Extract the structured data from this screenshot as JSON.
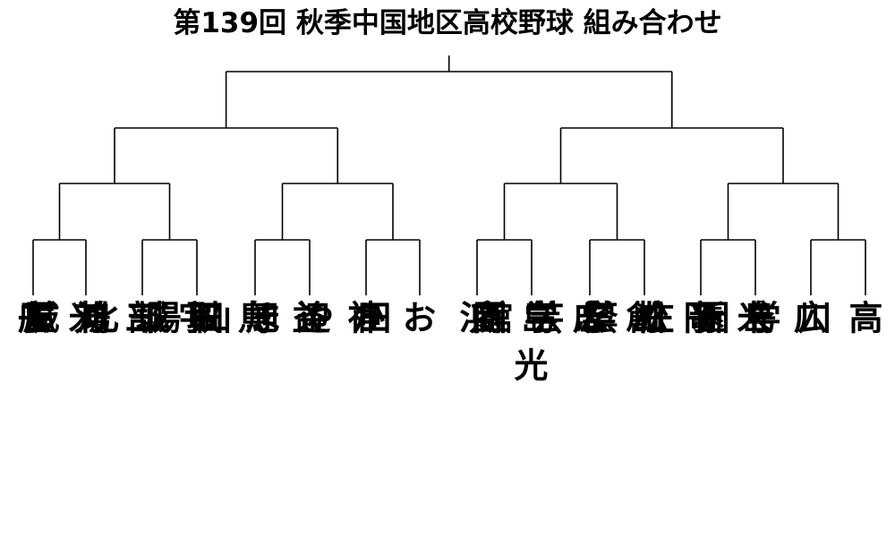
{
  "title": "第139回 秋季中国地区高校野球 組み合わせ",
  "teams": [
    {
      "name": "広 陵"
    },
    {
      "name": "米子東"
    },
    {
      "name": "三刀屋"
    },
    {
      "name": "宇部鴻城"
    },
    {
      "name": "鳥取城北"
    },
    {
      "name": "益 田"
    },
    {
      "name": "神辺旭"
    },
    {
      "name": "おかやま山陽"
    },
    {
      "name": "浜 田"
    },
    {
      "name": "光"
    },
    {
      "name": "広島商"
    },
    {
      "name": "創志学園"
    },
    {
      "name": "岡山学芸館"
    },
    {
      "name": "米子松蔭"
    },
    {
      "name": "広島新庄"
    },
    {
      "name": "高川学園"
    }
  ]
}
